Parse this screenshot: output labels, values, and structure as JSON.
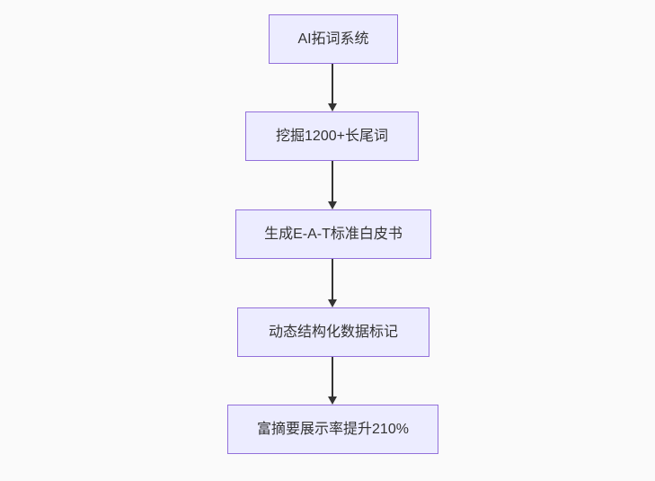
{
  "diagram": {
    "type": "flowchart",
    "direction": "top-down",
    "nodes": [
      {
        "label": "AI拓词系统"
      },
      {
        "label": "挖掘1200+长尾词"
      },
      {
        "label": "生成E-A-T标准白皮书"
      },
      {
        "label": "动态结构化数据标记"
      },
      {
        "label": "富摘要展示率提升210%"
      }
    ],
    "edges": [
      {
        "from": 0,
        "to": 1
      },
      {
        "from": 1,
        "to": 2
      },
      {
        "from": 2,
        "to": 3
      },
      {
        "from": 3,
        "to": 4
      }
    ],
    "colors": {
      "background": "#fafafa",
      "node_fill": "#ececff",
      "node_border": "#9370db",
      "text": "#333333",
      "arrow": "#333333"
    }
  }
}
